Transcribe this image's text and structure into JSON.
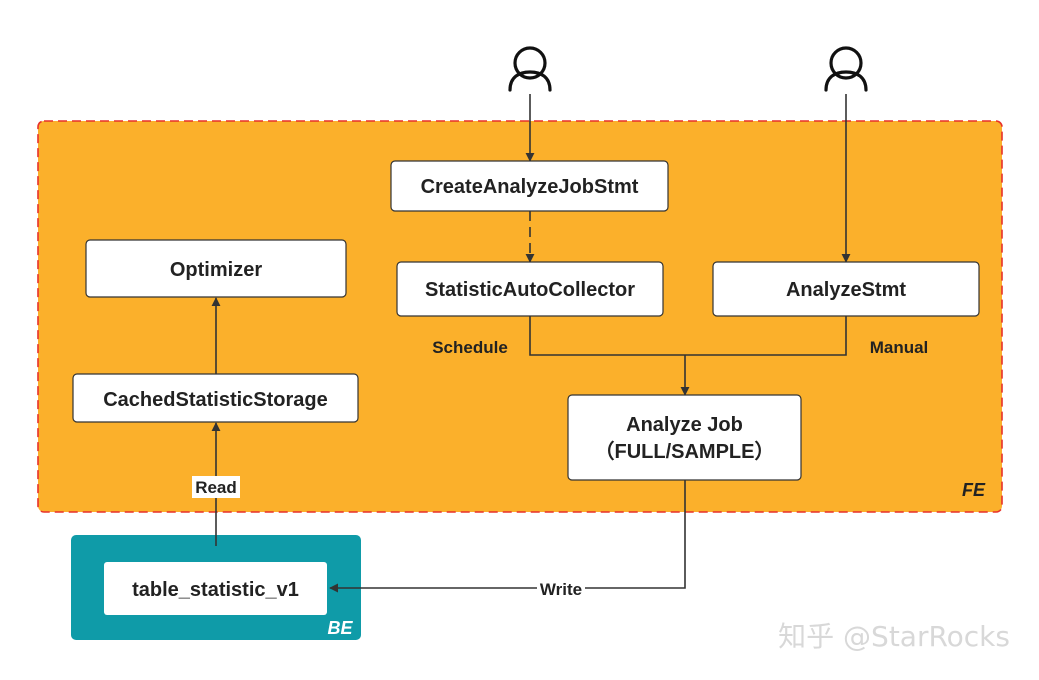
{
  "regions": {
    "fe": {
      "label": "FE",
      "fill": "#fbb02b",
      "border": "#e8312a"
    },
    "be": {
      "label": "BE",
      "fill": "#0f9ba8"
    }
  },
  "nodes": {
    "create_stmt": "CreateAnalyzeJobStmt",
    "optimizer": "Optimizer",
    "auto_collector": "StatisticAutoCollector",
    "analyze_stmt": "AnalyzeStmt",
    "cached_storage": "CachedStatisticStorage",
    "analyze_job_line1": "Analyze Job",
    "analyze_job_line2": "（FULL/SAMPLE）",
    "table_statistic": "table_statistic_v1"
  },
  "edge_labels": {
    "schedule": "Schedule",
    "manual": "Manual",
    "read": "Read",
    "write": "Write"
  },
  "actors": {
    "icon": "user-icon"
  },
  "watermark": "知乎 @StarRocks"
}
